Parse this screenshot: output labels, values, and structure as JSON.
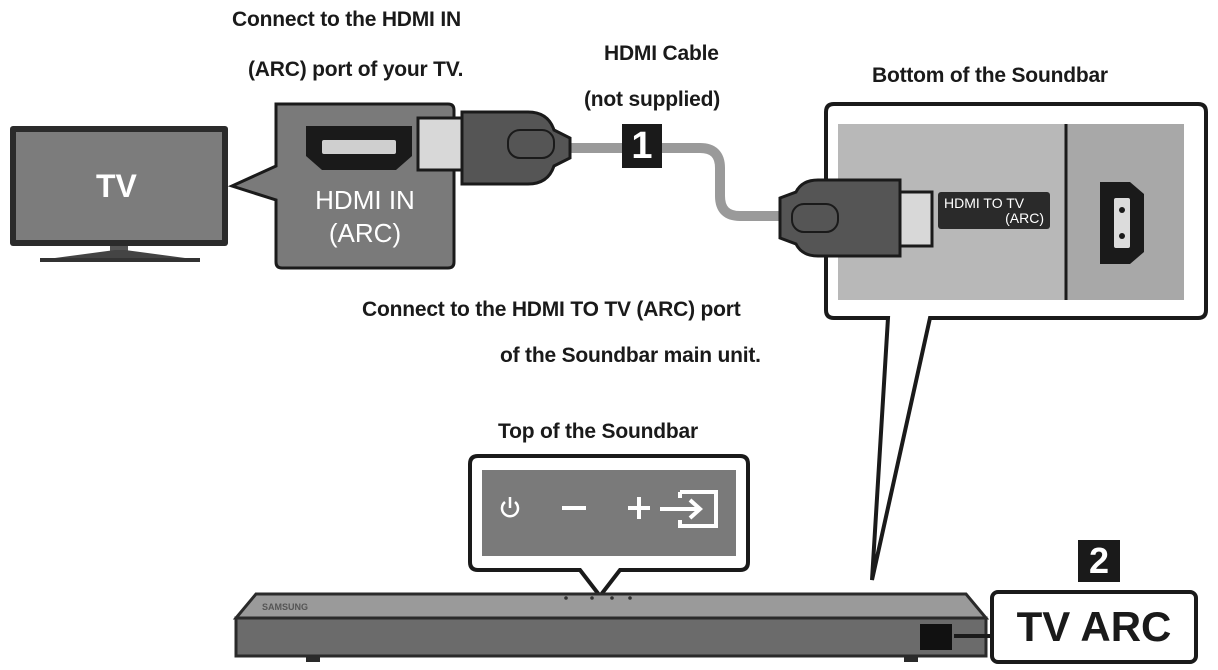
{
  "labels": {
    "tv_port_line1": "Connect to the HDMI IN",
    "tv_port_line2": "(ARC) port of your TV.",
    "cable_line1": "HDMI Cable",
    "cable_line2": "(not supplied)",
    "bottom_soundbar": "Bottom of the Soundbar",
    "sb_port_line1": "Connect to the HDMI TO TV (ARC) port",
    "sb_port_line2": "of the Soundbar main unit.",
    "top_soundbar": "Top of the Soundbar"
  },
  "tv": {
    "label": "TV"
  },
  "tv_port": {
    "line1": "HDMI IN",
    "line2": "(ARC)"
  },
  "soundbar_port": {
    "line1": "HDMI TO TV",
    "line2": "(ARC)"
  },
  "steps": {
    "step1": "1",
    "step2": "2"
  },
  "mode_label": "TV ARC",
  "soundbar_brand": "SAMSUNG",
  "top_buttons": [
    "power-icon",
    "minus-icon",
    "plus-icon",
    "source-icon"
  ],
  "colors": {
    "dark": "#1a1a1a",
    "panel": "#7a7a7a",
    "panel_light": "#a8a8a8",
    "cable": "#9a9a9a"
  }
}
